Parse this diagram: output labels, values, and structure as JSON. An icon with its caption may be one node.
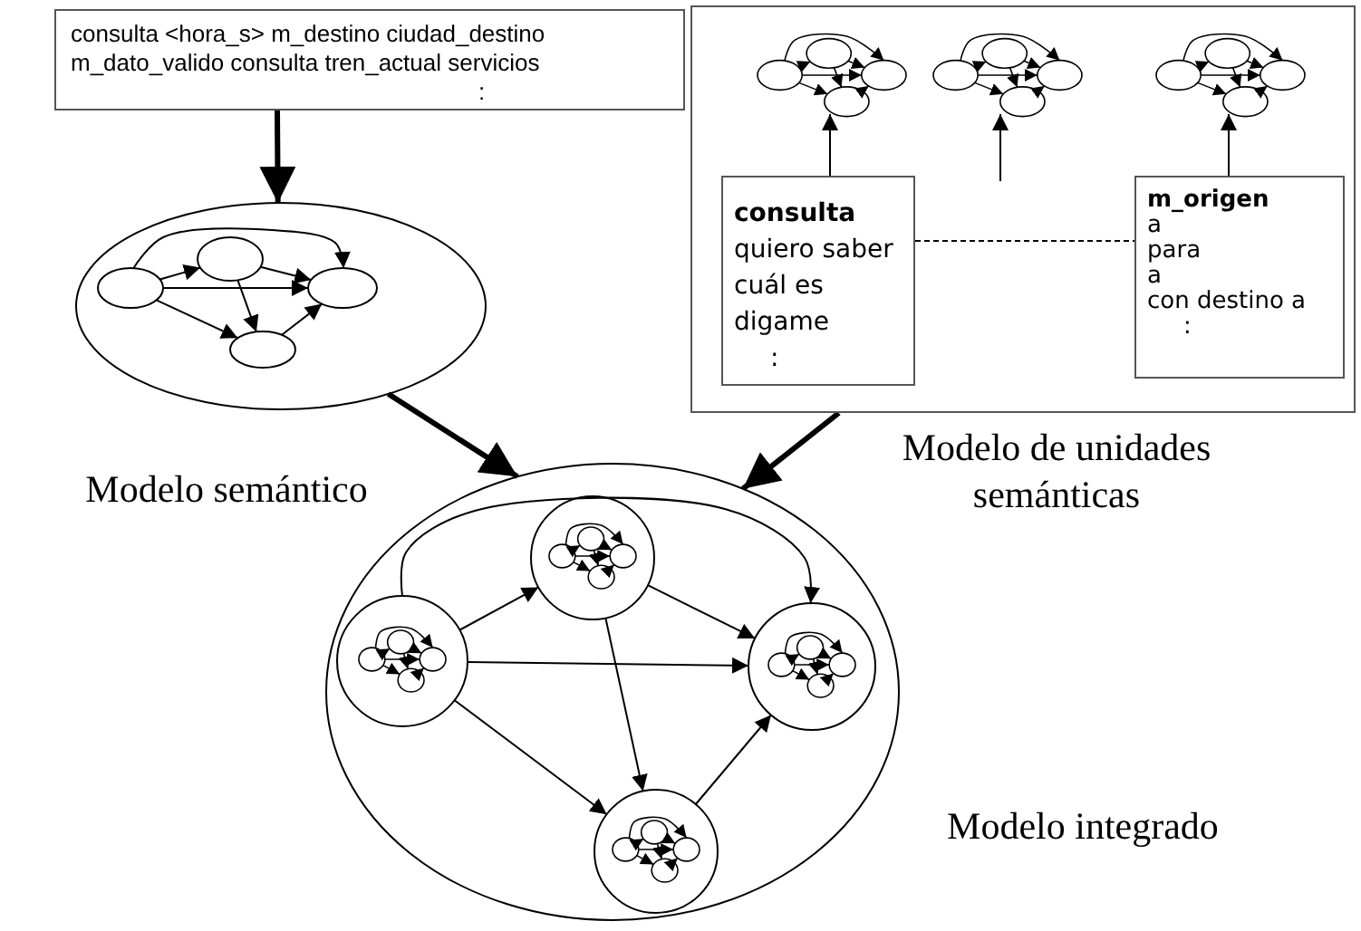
{
  "diagram": {
    "nodes": [
      {
        "text": [
          "consulta <hora_s> m_destino ciudad_destino m_dato_valido consulta tren_actual servicios",
          ":"
        ]
      },
      {
        "text": [],
        "shape": "ellipse"
      },
      {
        "text": [],
        "shape": "ellipse",
        "in": 1
      },
      {
        "text": [],
        "shape": "ellipse",
        "in": 1
      },
      {
        "text": [],
        "shape": "ellipse",
        "in": 1
      },
      {
        "text": [],
        "shape": "ellipse",
        "in": 1
      },
      {
        "text": [],
        "shape": "box"
      },
      {
        "text": [],
        "shape": "picture",
        "in": 6
      },
      {
        "text": [],
        "shape": "picture",
        "in": 6
      },
      {
        "text": [],
        "shape": "picture",
        "in": 6
      },
      {
        "text": [
          "consulta",
          "quiero saber",
          "cuál es",
          "digame",
          ":"
        ],
        "in": 6
      },
      {
        "text": [
          "m_origen",
          "a",
          "para",
          "a",
          "con destino a",
          ":"
        ],
        "in": 6
      },
      {
        "text": [],
        "shape": "ellipse"
      },
      {
        "text": [],
        "shape": "circle",
        "in": 12
      },
      {
        "text": [],
        "shape": "circle",
        "in": 12
      },
      {
        "text": [],
        "shape": "circle",
        "in": 12
      },
      {
        "text": [],
        "shape": "circle",
        "in": 12
      }
    ],
    "edges": [
      {
        "from": 0,
        "to": 1,
        "arrow": "to",
        "style": "thick"
      },
      {
        "from": 2,
        "to": 3,
        "arrow": "to"
      },
      {
        "from": 2,
        "to": 4,
        "arrow": "to"
      },
      {
        "from": 3,
        "to": 4,
        "arrow": "to"
      },
      {
        "from": 3,
        "to": 5,
        "arrow": "to"
      },
      {
        "from": 2,
        "to": 5,
        "arrow": "to"
      },
      {
        "from": 5,
        "to": 4,
        "arrow": "to"
      },
      {
        "from": 2,
        "to": 4,
        "arrow": "to"
      },
      {
        "from": 1,
        "to": 12,
        "arrow": "to",
        "style": "thick"
      },
      {
        "from": 10,
        "to": 7,
        "arrow": "to"
      },
      {
        "from": null,
        "to": 8,
        "arrow": "to"
      },
      {
        "from": 11,
        "to": 9,
        "arrow": "to"
      },
      {
        "from": 10,
        "to": 11,
        "arrow": "none",
        "style": "dashed"
      },
      {
        "from": 6,
        "to": 12,
        "arrow": "to",
        "style": "thick"
      },
      {
        "from": 13,
        "to": 14,
        "arrow": "to"
      },
      {
        "from": 13,
        "to": 15,
        "arrow": "to"
      },
      {
        "from": 14,
        "to": 15,
        "arrow": "to"
      },
      {
        "from": 13,
        "to": 15,
        "arrow": "to"
      },
      {
        "from": 14,
        "to": 16,
        "arrow": "to"
      },
      {
        "from": 13,
        "to": 16,
        "arrow": "to"
      },
      {
        "from": 16,
        "to": 15,
        "arrow": "to"
      }
    ],
    "labels": [
      "Modelo semántico",
      "Modelo de unidades semánticas",
      "Modelo integrado"
    ]
  }
}
